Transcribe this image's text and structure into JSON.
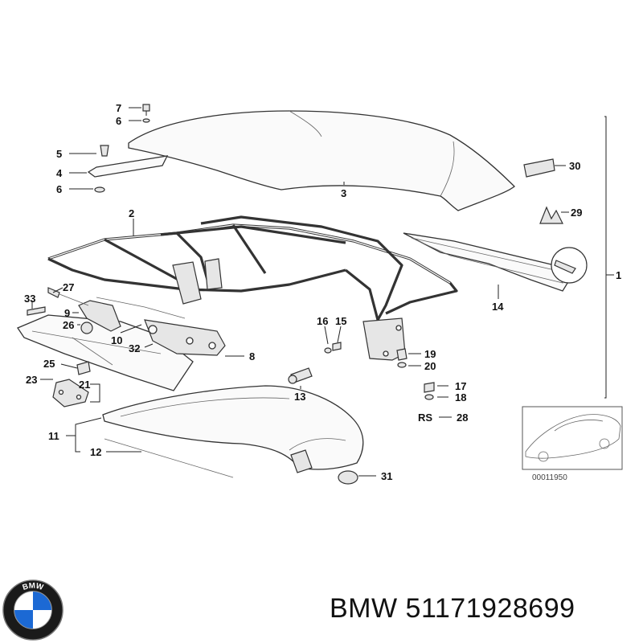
{
  "diagram": {
    "callouts": {
      "p1": "1",
      "p2": "2",
      "p3": "3",
      "p4": "4",
      "p5": "5",
      "p6a": "6",
      "p6b": "6",
      "p7": "7",
      "p8": "8",
      "p9": "9",
      "p10": "10",
      "p11": "11",
      "p12": "12",
      "p13": "13",
      "p14": "14",
      "p15": "15",
      "p16": "16",
      "p17": "17",
      "p18": "18",
      "p19": "19",
      "p20": "20",
      "p21": "21",
      "p23": "23",
      "p25": "25",
      "p26": "26",
      "p27": "27",
      "p28": "28",
      "p29": "29",
      "p30": "30",
      "p31": "31",
      "p32": "32",
      "p33": "33",
      "rs": "RS"
    },
    "thumbnail_code": "00011950"
  },
  "footer": {
    "brand": "BMW",
    "part_number": "51171928699",
    "text": "BMW 51171928699"
  },
  "logo": {
    "letters": "BMW",
    "colors": {
      "ring": "#1a1a1a",
      "blue": "#1c69d4",
      "white": "#ffffff"
    }
  }
}
